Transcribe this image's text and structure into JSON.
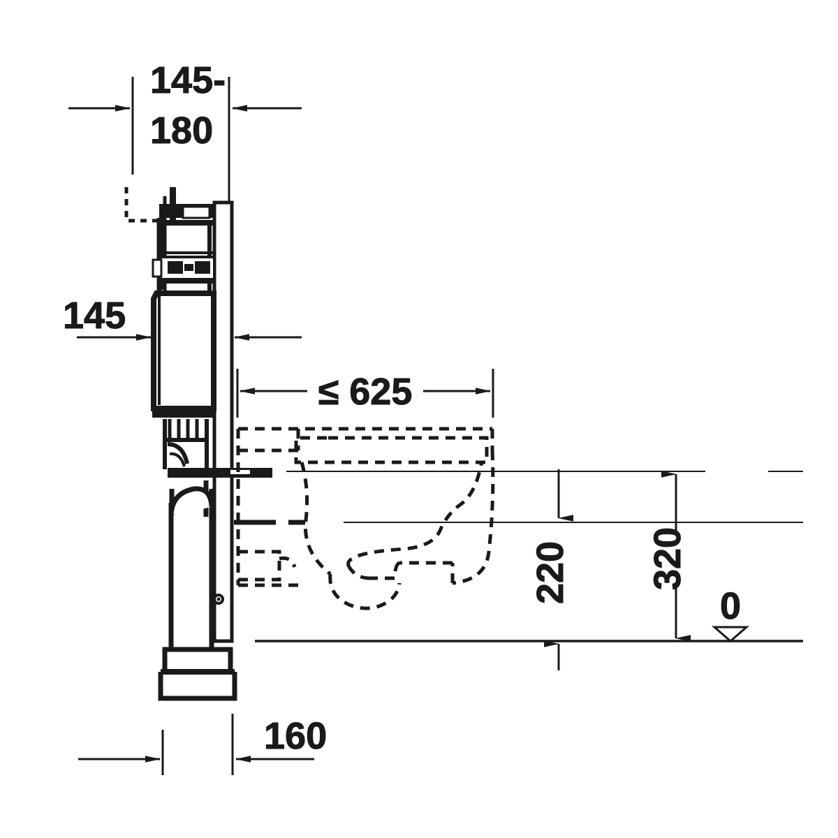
{
  "drawing": {
    "type": "technical-installation-drawing",
    "subject": "Wall-hung toilet with concealed cistern / installation frame — side elevation",
    "units": "mm",
    "line_color": "#1a1a1a",
    "background_color": "#ffffff"
  },
  "dimensions": {
    "wall_thickness_range": {
      "label": "145-",
      "label_line1": "145-",
      "label_line2": "180",
      "value_min": 145,
      "value_max": 180,
      "orientation": "horizontal",
      "position": "top"
    },
    "cistern_depth": {
      "label": "145",
      "value": 145,
      "orientation": "horizontal"
    },
    "projection_max": {
      "label": "≤ 625",
      "value": 625,
      "qualifier": "less-than-or-equal",
      "orientation": "horizontal"
    },
    "bowl_underside_height": {
      "label": "220",
      "value": 220,
      "orientation": "vertical"
    },
    "seat_height": {
      "label": "320",
      "value": 320,
      "orientation": "vertical"
    },
    "drain_offset": {
      "label": "160",
      "value": 160,
      "orientation": "horizontal",
      "position": "bottom"
    },
    "datum": {
      "label": "0",
      "value": 0,
      "symbol": "datum-triangle",
      "description": "finished floor level"
    }
  },
  "components": [
    {
      "name": "installation-frame-panel",
      "style": "solid"
    },
    {
      "name": "concealed-cistern",
      "style": "solid"
    },
    {
      "name": "flush-valve-mechanism",
      "style": "solid"
    },
    {
      "name": "drain-elbow-pipe",
      "style": "solid"
    },
    {
      "name": "drain-socket",
      "style": "solid"
    },
    {
      "name": "mounting-bolt-bar",
      "style": "solid"
    },
    {
      "name": "wall-hung-toilet-bowl",
      "style": "dashed"
    },
    {
      "name": "toilet-seat-outline",
      "style": "dashed"
    },
    {
      "name": "floor-line",
      "style": "solid"
    },
    {
      "name": "top-bracket",
      "style": "dashed"
    }
  ]
}
